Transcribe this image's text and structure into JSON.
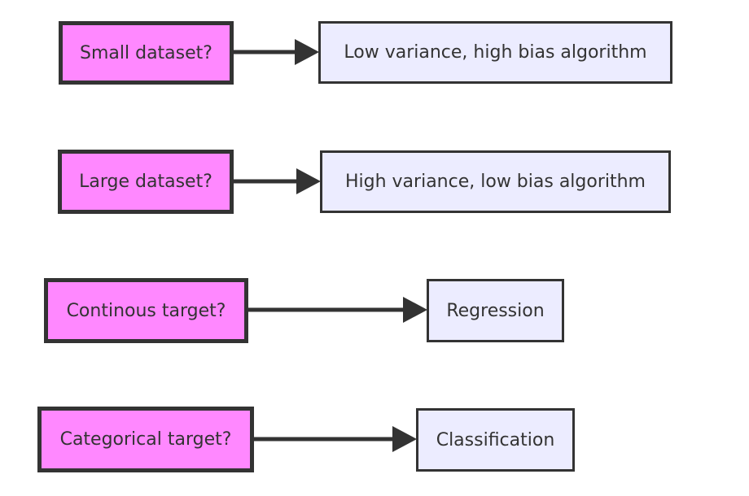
{
  "diagram": {
    "rows": [
      {
        "question": "Small dataset?",
        "answer": "Low variance, high bias algorithm"
      },
      {
        "question": "Large dataset?",
        "answer": "High variance, low bias algorithm"
      },
      {
        "question": "Continous target?",
        "answer": "Regression"
      },
      {
        "question": "Categorical target?",
        "answer": "Classification"
      }
    ],
    "colors": {
      "question_fill": "#ff88ff",
      "answer_fill": "#ececff",
      "stroke": "#333333"
    }
  }
}
